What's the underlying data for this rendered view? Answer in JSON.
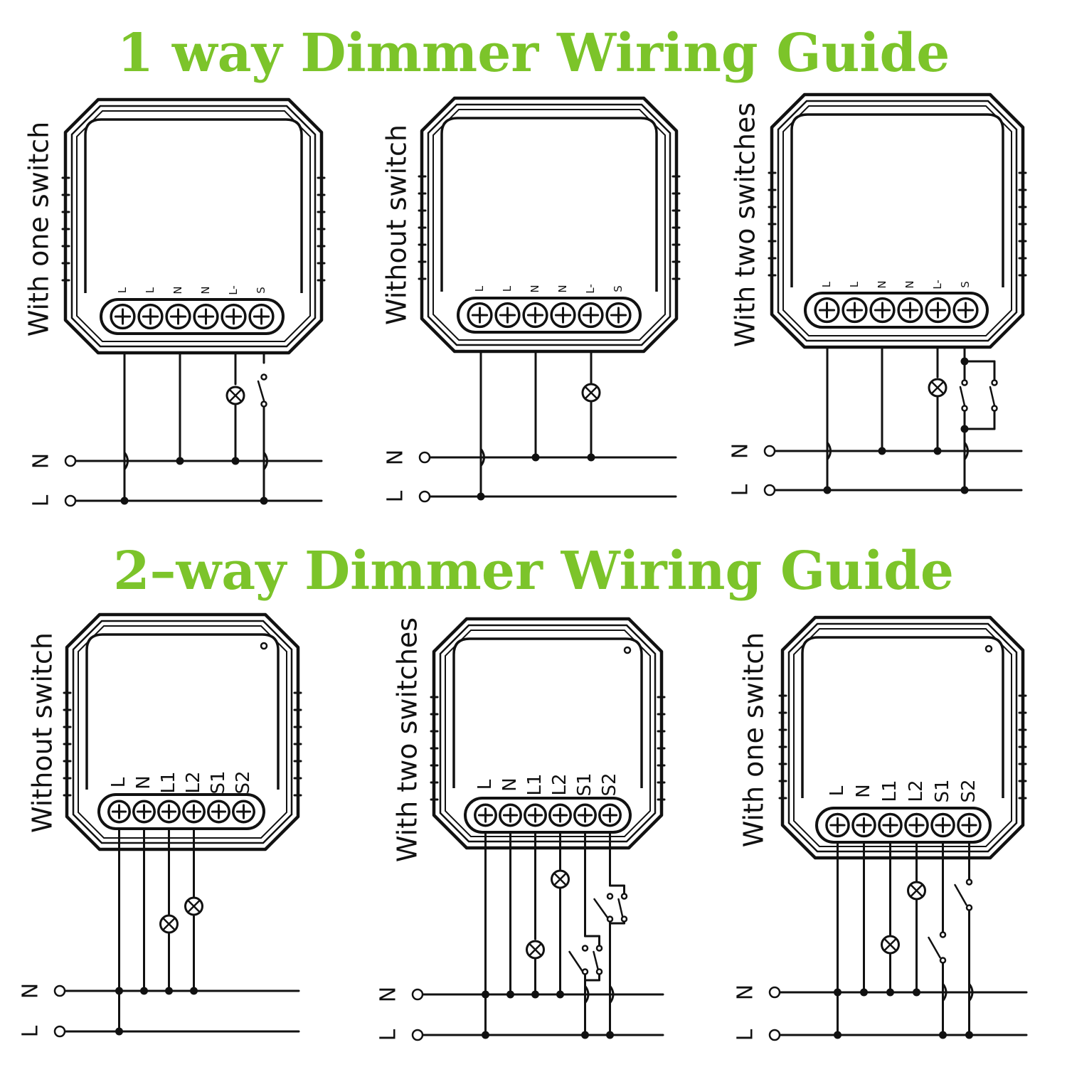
{
  "headers": {
    "one_way": "1 way Dimmer Wiring Guide",
    "two_way": "2–way Dimmer Wiring Guide"
  },
  "colors": {
    "title": "#7cc42a",
    "ink": "#111111"
  },
  "line_labels": {
    "neutral": "N",
    "live": "L"
  },
  "panels": [
    {
      "id": "one-way-one-switch",
      "caption": "With one switch",
      "terminals": [
        "L",
        "L",
        "N",
        "N",
        "L-",
        "S"
      ]
    },
    {
      "id": "one-way-without-switch",
      "caption": "Without switch",
      "terminals": [
        "L",
        "L",
        "N",
        "N",
        "L-",
        "S"
      ]
    },
    {
      "id": "one-way-two-switches",
      "caption": "With two switches",
      "terminals": [
        "L",
        "L",
        "N",
        "N",
        "L-",
        "S"
      ]
    },
    {
      "id": "two-way-without-switch",
      "caption": "Without switch",
      "terminals": [
        "L",
        "N",
        "L1",
        "L2",
        "S1",
        "S2"
      ]
    },
    {
      "id": "two-way-two-switches",
      "caption": "With two switches",
      "terminals": [
        "L",
        "N",
        "L1",
        "L2",
        "S1",
        "S2"
      ]
    },
    {
      "id": "two-way-one-switch",
      "caption": "With one switch",
      "terminals": [
        "L",
        "N",
        "L1",
        "L2",
        "S1",
        "S2"
      ]
    }
  ]
}
